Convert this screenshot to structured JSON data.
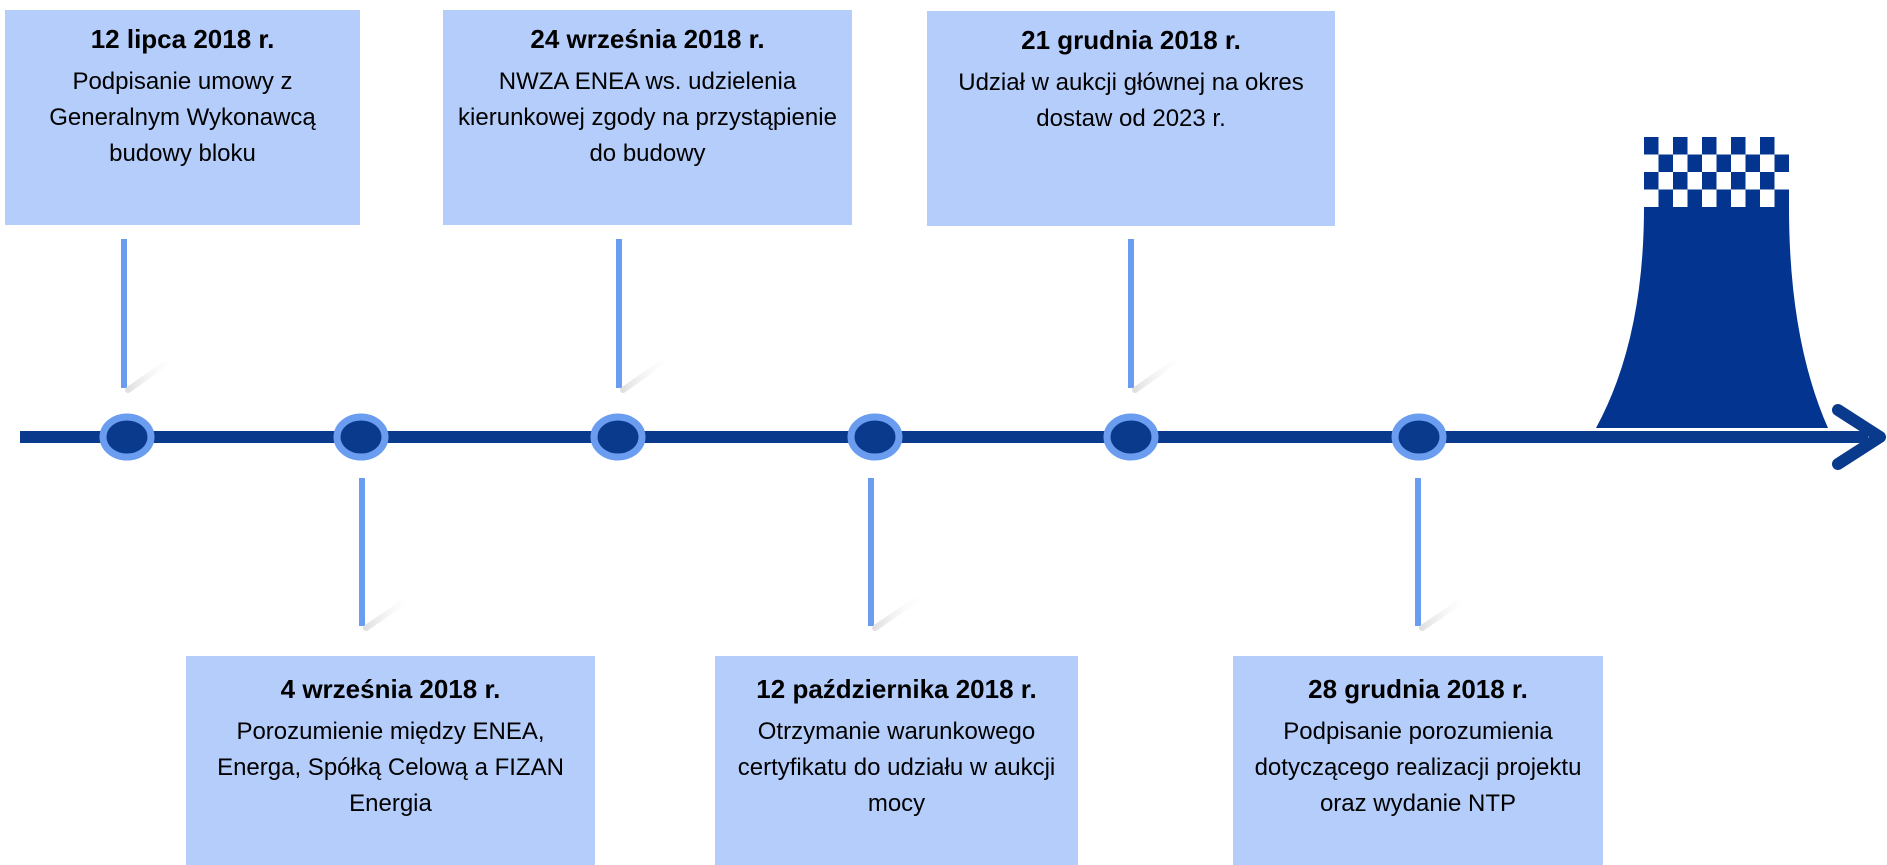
{
  "timeline": {
    "colors": {
      "axis": "#0a3a8c",
      "connector": "#6a9cf0",
      "node_fill": "#0a3a8c",
      "node_ring": "#6a9cf0",
      "box": "#b4cdfb",
      "tower": "#033590"
    },
    "events": [
      {
        "date": "12 lipca 2018 r.",
        "description": "Podpisanie umowy z Generalnym Wykonawcą budowy bloku"
      },
      {
        "date": "24 września 2018 r.",
        "description": "NWZA ENEA ws. udzielenia kierunkowej zgody na przystąpienie do budowy"
      },
      {
        "date": "21 grudnia 2018 r.",
        "description": "Udział w aukcji głównej na okres dostaw od 2023 r."
      },
      {
        "date": "4 września 2018 r.",
        "description": "Porozumienie między ENEA, Energa, Spółką Celową a FIZAN Energia"
      },
      {
        "date": "12 października 2018 r.",
        "description": "Otrzymanie warunkowego certyfikatu do udziału w aukcji mocy"
      },
      {
        "date": "28 grudnia 2018 r.",
        "description": "Podpisanie porozumienia dotyczącego realizacji projektu oraz wydanie NTP"
      }
    ],
    "end_icon": "cooling-tower-icon"
  }
}
